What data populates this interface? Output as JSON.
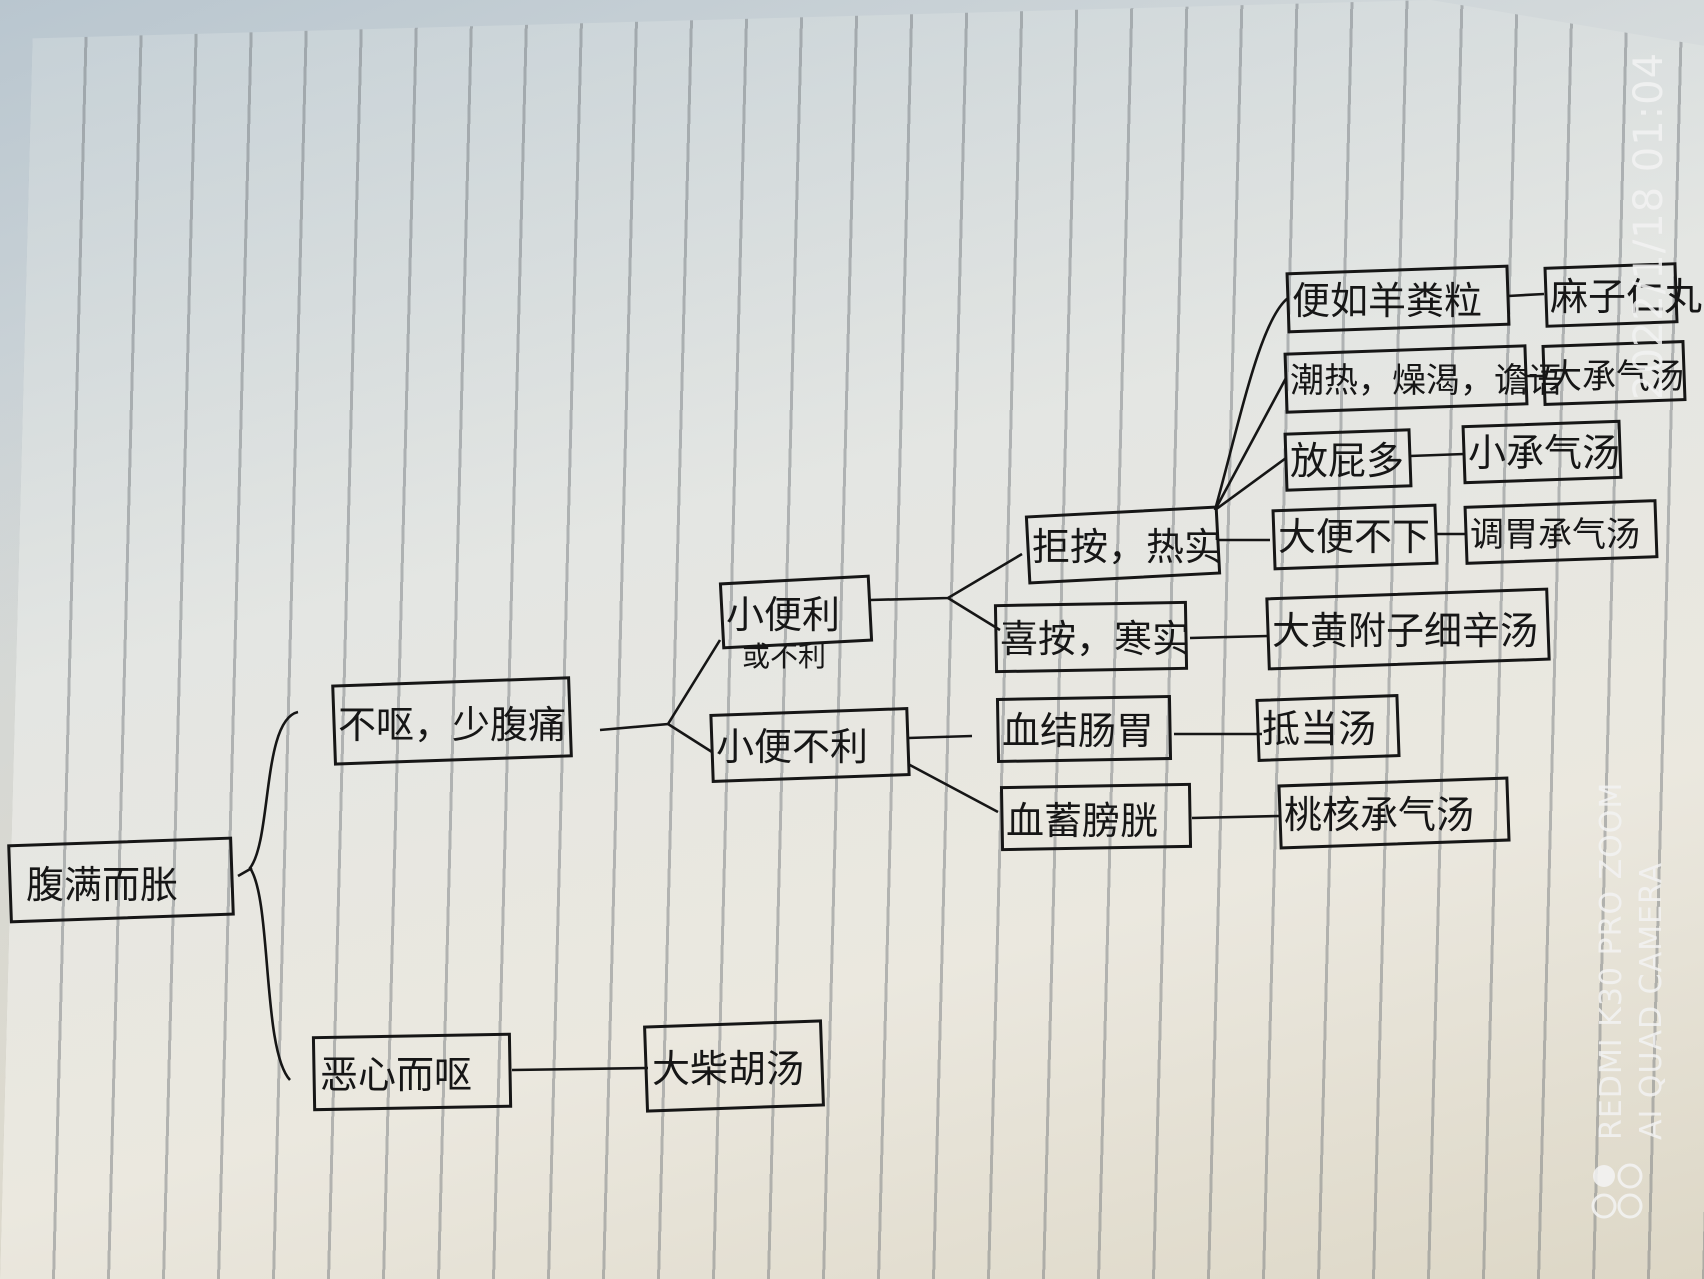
{
  "diagram": {
    "root": "腹满而胀",
    "upper_branch": "不呕，少腹痛",
    "lower_branch": "恶心而呕",
    "lower_branch_result": "大柴胡汤",
    "urine_normal": "小便利",
    "urine_normal_note": "或不利",
    "urine_abnormal": "小便不利",
    "refuse_press": "拒按，热实",
    "like_press": "喜按，寒实",
    "like_press_result": "大黄附子细辛汤",
    "blood_stomach": "血结肠胃",
    "blood_stomach_result": "抵当汤",
    "blood_bladder": "血蓄膀胱",
    "blood_bladder_result": "桃核承气汤",
    "sub1": "便如羊粪粒",
    "sub1_result": "麻子仁丸",
    "sub2": "潮热，燥渴，谵语",
    "sub2_result": "大承气汤",
    "sub3": "放屁多",
    "sub3_result": "小承气汤",
    "sub4": "大便不下",
    "sub4_result": "调胃承气汤"
  },
  "watermark": {
    "datetime": "2022/1/18 01:04",
    "device": "REDMI K30 PRO ZOOM",
    "camera": "AI QUAD CAMERA"
  }
}
